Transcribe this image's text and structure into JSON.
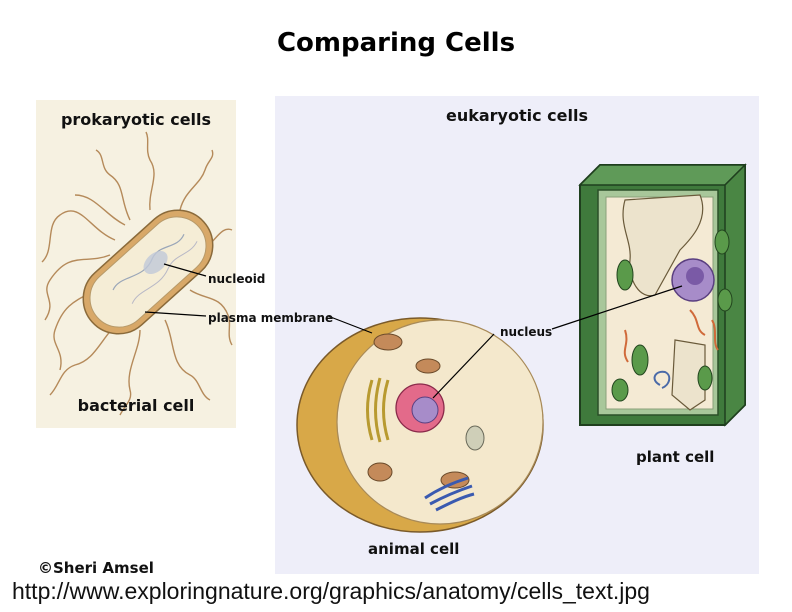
{
  "title": "Comparing Cells",
  "panels": {
    "prokaryotic": {
      "heading": "prokaryotic cells",
      "cell_label": "bacterial cell"
    },
    "eukaryotic": {
      "heading": "eukaryotic cells",
      "animal_label": "animal cell",
      "plant_label": "plant cell"
    }
  },
  "callouts": {
    "nucleoid": "nucleoid",
    "plasma_membrane": "plasma membrane",
    "nucleus": "nucleus"
  },
  "footer": {
    "copyright": "©Sheri Amsel",
    "source_url": "http://www.exploringnature.org/graphics/anatomy/cells_text.jpg"
  },
  "colors": {
    "prok_panel": "#f6f1e1",
    "euk_panel": "#eeeef9",
    "cell_wall_plant": "#3f7a3c",
    "cytoplasm": "#efe2c4",
    "nucleus": "#a78cc9",
    "chloroplast": "#5a9a4a"
  }
}
